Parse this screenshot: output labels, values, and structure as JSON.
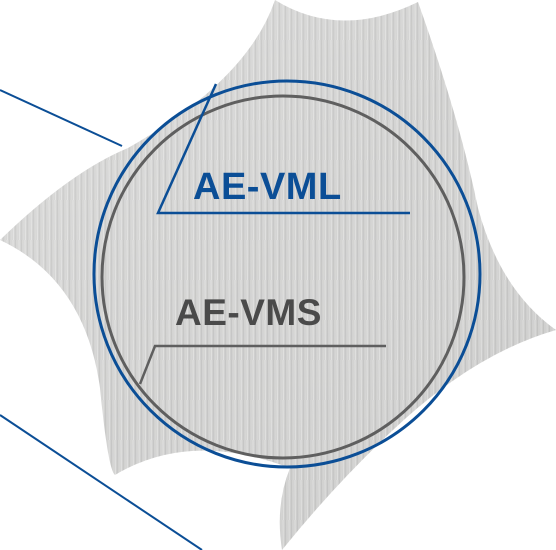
{
  "diagram": {
    "labels": {
      "outer_profile": "AE-VML",
      "inner_profile": "AE-VMS"
    },
    "colors": {
      "background": "#ffffff",
      "cutter_face": "#d3d3d2",
      "cutter_face_light": "#e4e4e3",
      "outer_circle": "#0b4e96",
      "inner_circle": "#5f5f5f",
      "outer_label": "#0b4e96",
      "inner_label": "#4a4a4a"
    },
    "icons": [
      "end-mill-cross-section"
    ]
  }
}
